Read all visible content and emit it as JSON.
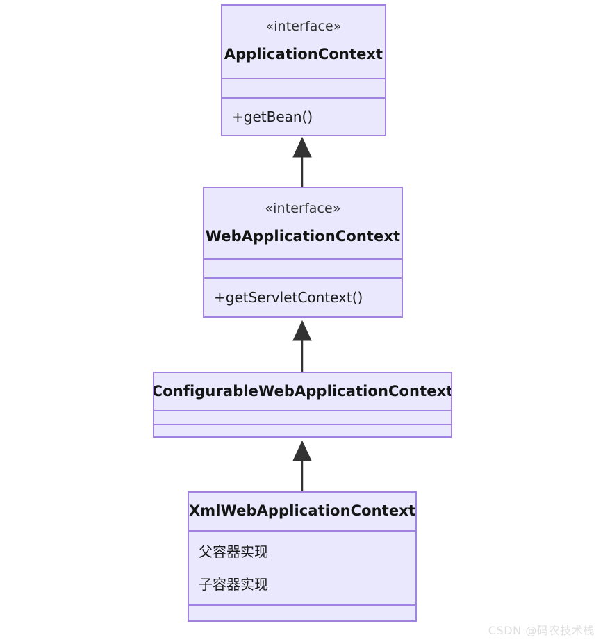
{
  "diagram": {
    "type": "uml-class-diagram",
    "title": "Spring WebApplicationContext hierarchy",
    "colors": {
      "box_fill": "#e9e8fc",
      "box_border": "#a182e0",
      "text": "#1b1b1b",
      "arrow": "#333333",
      "background": "#ffffff",
      "watermark": "#dedede"
    },
    "classes": [
      {
        "id": "application-context",
        "stereotype": "«interface»",
        "name": "ApplicationContext",
        "attributes": [],
        "operations": [
          "+getBean()"
        ]
      },
      {
        "id": "web-application-context",
        "stereotype": "«interface»",
        "name": "WebApplicationContext",
        "attributes": [],
        "operations": [
          "+getServletContext()"
        ]
      },
      {
        "id": "configurable-web-application-context",
        "stereotype": "",
        "name": "ConfigurableWebApplicationContext",
        "attributes": [],
        "operations": []
      },
      {
        "id": "xml-web-application-context",
        "stereotype": "",
        "name": "XmlWebApplicationContext",
        "attributes": [
          "父容器实现",
          "子容器实现"
        ],
        "operations": []
      }
    ],
    "relations": [
      {
        "id": "rel-1",
        "type": "generalization",
        "from": "web-application-context",
        "to": "application-context"
      },
      {
        "id": "rel-2",
        "type": "generalization",
        "from": "configurable-web-application-context",
        "to": "web-application-context"
      },
      {
        "id": "rel-3",
        "type": "generalization",
        "from": "xml-web-application-context",
        "to": "configurable-web-application-context"
      }
    ]
  },
  "watermark": {
    "text": "CSDN @码农技术栈"
  }
}
